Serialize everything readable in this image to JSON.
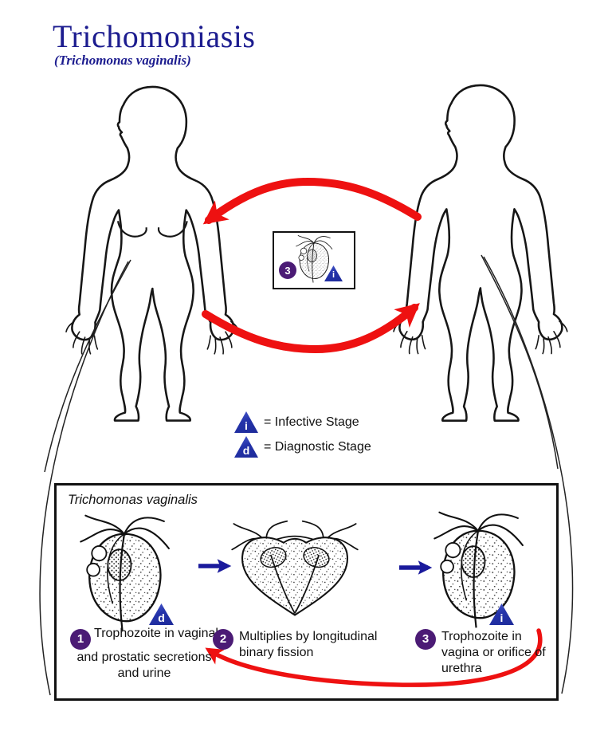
{
  "header": {
    "title": "Trichomoniasis",
    "subtitle": "(Trichomonas vaginalis)"
  },
  "legend": {
    "infective": {
      "symbol": "i",
      "label": "= Infective Stage"
    },
    "diagnostic": {
      "symbol": "d",
      "label": "= Diagnostic Stage"
    }
  },
  "center_box": {
    "stage_number": "3",
    "infective_letter": "i"
  },
  "lifecycle_box": {
    "label": "Trichomonas vaginalis",
    "stages": [
      {
        "number": "1",
        "marker": "d",
        "text": "Trophozoite in vaginal and prostatic secretions and urine"
      },
      {
        "number": "2",
        "marker": "",
        "text": "Multiplies by longitudinal binary fission"
      },
      {
        "number": "3",
        "marker": "i",
        "text": "Trophozoite in vagina or orifice of urethra"
      }
    ]
  },
  "colors": {
    "title_navy": "#1c1c8f",
    "triangle_blue": "#2433aa",
    "arrow_blue": "#1a1a9c",
    "badge_purple": "#4b1b75",
    "cycle_red": "#ee1111",
    "line_black": "#111111"
  }
}
